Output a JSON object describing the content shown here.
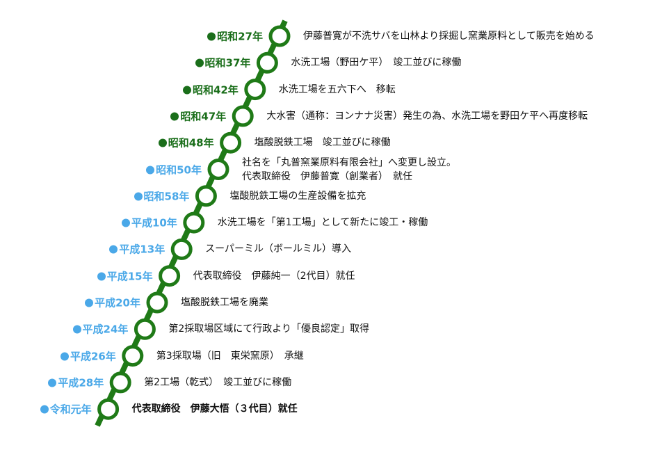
{
  "colors": {
    "showa": "#1a6e1a",
    "heisei": "#4aa8e8",
    "track": "#1f7a17",
    "node_fill": "#ffffff"
  },
  "events": [
    {
      "era": "昭和27年",
      "era_type": "showa",
      "text": "伊藤普寛が不洗サバを山林より採掘し窯業原料として販売を始める"
    },
    {
      "era": "昭和37年",
      "era_type": "showa",
      "text": "水洗工場（野田ケ平）　竣工並びに稼働"
    },
    {
      "era": "昭和42年",
      "era_type": "showa",
      "text": "水洗工場を五六下へ　移転"
    },
    {
      "era": "昭和47年",
      "era_type": "showa",
      "text": "大水害（通称：ヨンナナ災害）発生の為、水洗工場を野田ケ平へ再度移転"
    },
    {
      "era": "昭和48年",
      "era_type": "showa",
      "text": "塩酸脱鉄工場　竣工並びに稼働"
    },
    {
      "era": "昭和50年",
      "era_type": "heisei",
      "text": "社名を「丸普窯業原料有限会社」へ変更し設立。\n代表取締役　伊藤普寛（創業者）　就任"
    },
    {
      "era": "昭和58年",
      "era_type": "heisei",
      "text": "塩酸脱鉄工場の生産設備を拡充"
    },
    {
      "era": "平成10年",
      "era_type": "heisei",
      "text": "水洗工場を「第1工場」として新たに竣工・稼働"
    },
    {
      "era": "平成13年",
      "era_type": "heisei",
      "text": "スーパーミル（ボールミル）導入"
    },
    {
      "era": "平成15年",
      "era_type": "heisei",
      "text": "代表取締役　伊藤純一（2代目）就任"
    },
    {
      "era": "平成20年",
      "era_type": "heisei",
      "text": "塩酸脱鉄工場を廃業"
    },
    {
      "era": "平成24年",
      "era_type": "heisei",
      "text": "第2採取場区域にて行政より「優良認定」取得"
    },
    {
      "era": "平成26年",
      "era_type": "heisei",
      "text": "第3採取場（旧　東栄窯原）　承継"
    },
    {
      "era": "平成28年",
      "era_type": "heisei",
      "text": "第2工場（乾式）　竣工並びに稼働"
    },
    {
      "era": "令和元年",
      "era_type": "heisei",
      "text": "代表取締役　伊藤大悟（３代目）就任",
      "bold": true
    }
  ]
}
